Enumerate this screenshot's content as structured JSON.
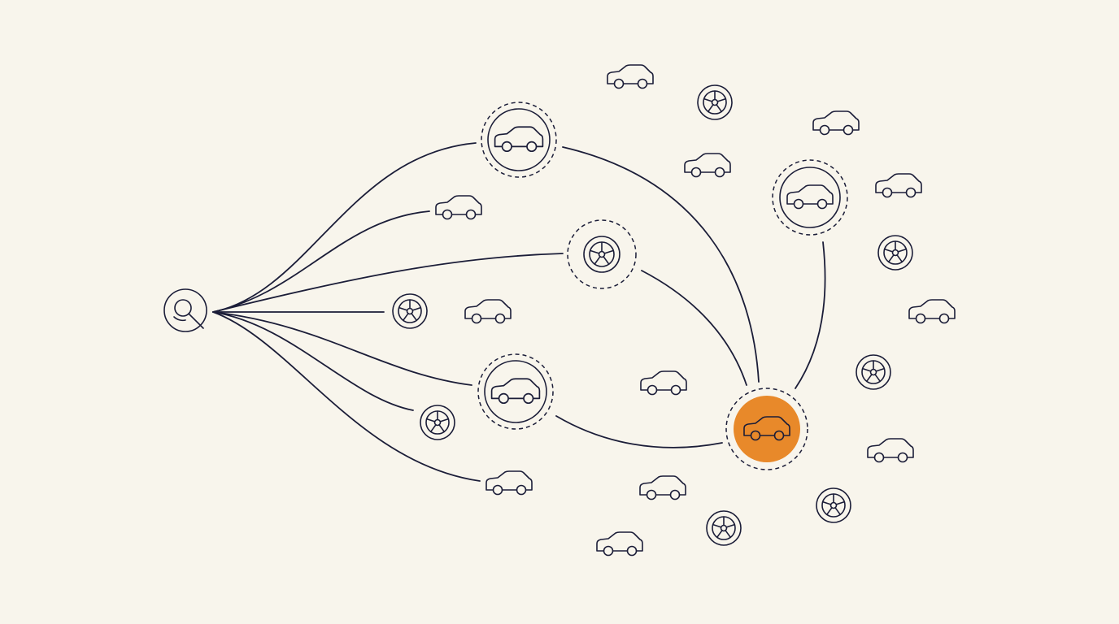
{
  "diagram": {
    "colors": {
      "background": "#f8f5ec",
      "ink": "#1b1d38",
      "highlight": "#e8892a"
    },
    "source": {
      "icon": "search-icon"
    },
    "target": {
      "icon": "car-icon",
      "state": "highlighted"
    },
    "hubs": [
      {
        "id": "hub-car-top",
        "icon": "car-icon"
      },
      {
        "id": "hub-wheel-middle",
        "icon": "wheel-icon"
      },
      {
        "id": "hub-car-lower",
        "icon": "car-icon"
      },
      {
        "id": "hub-car-right",
        "icon": "car-icon"
      }
    ],
    "candidates": [
      "car-icon",
      "wheel-icon",
      "car-icon",
      "car-icon",
      "car-icon",
      "wheel-icon",
      "car-icon",
      "car-icon",
      "car-icon",
      "car-icon",
      "wheel-icon",
      "car-icon",
      "wheel-icon",
      "car-icon",
      "car-icon",
      "wheel-icon",
      "car-icon",
      "wheel-icon",
      "car-icon",
      "wheel-icon",
      "car-icon"
    ]
  }
}
